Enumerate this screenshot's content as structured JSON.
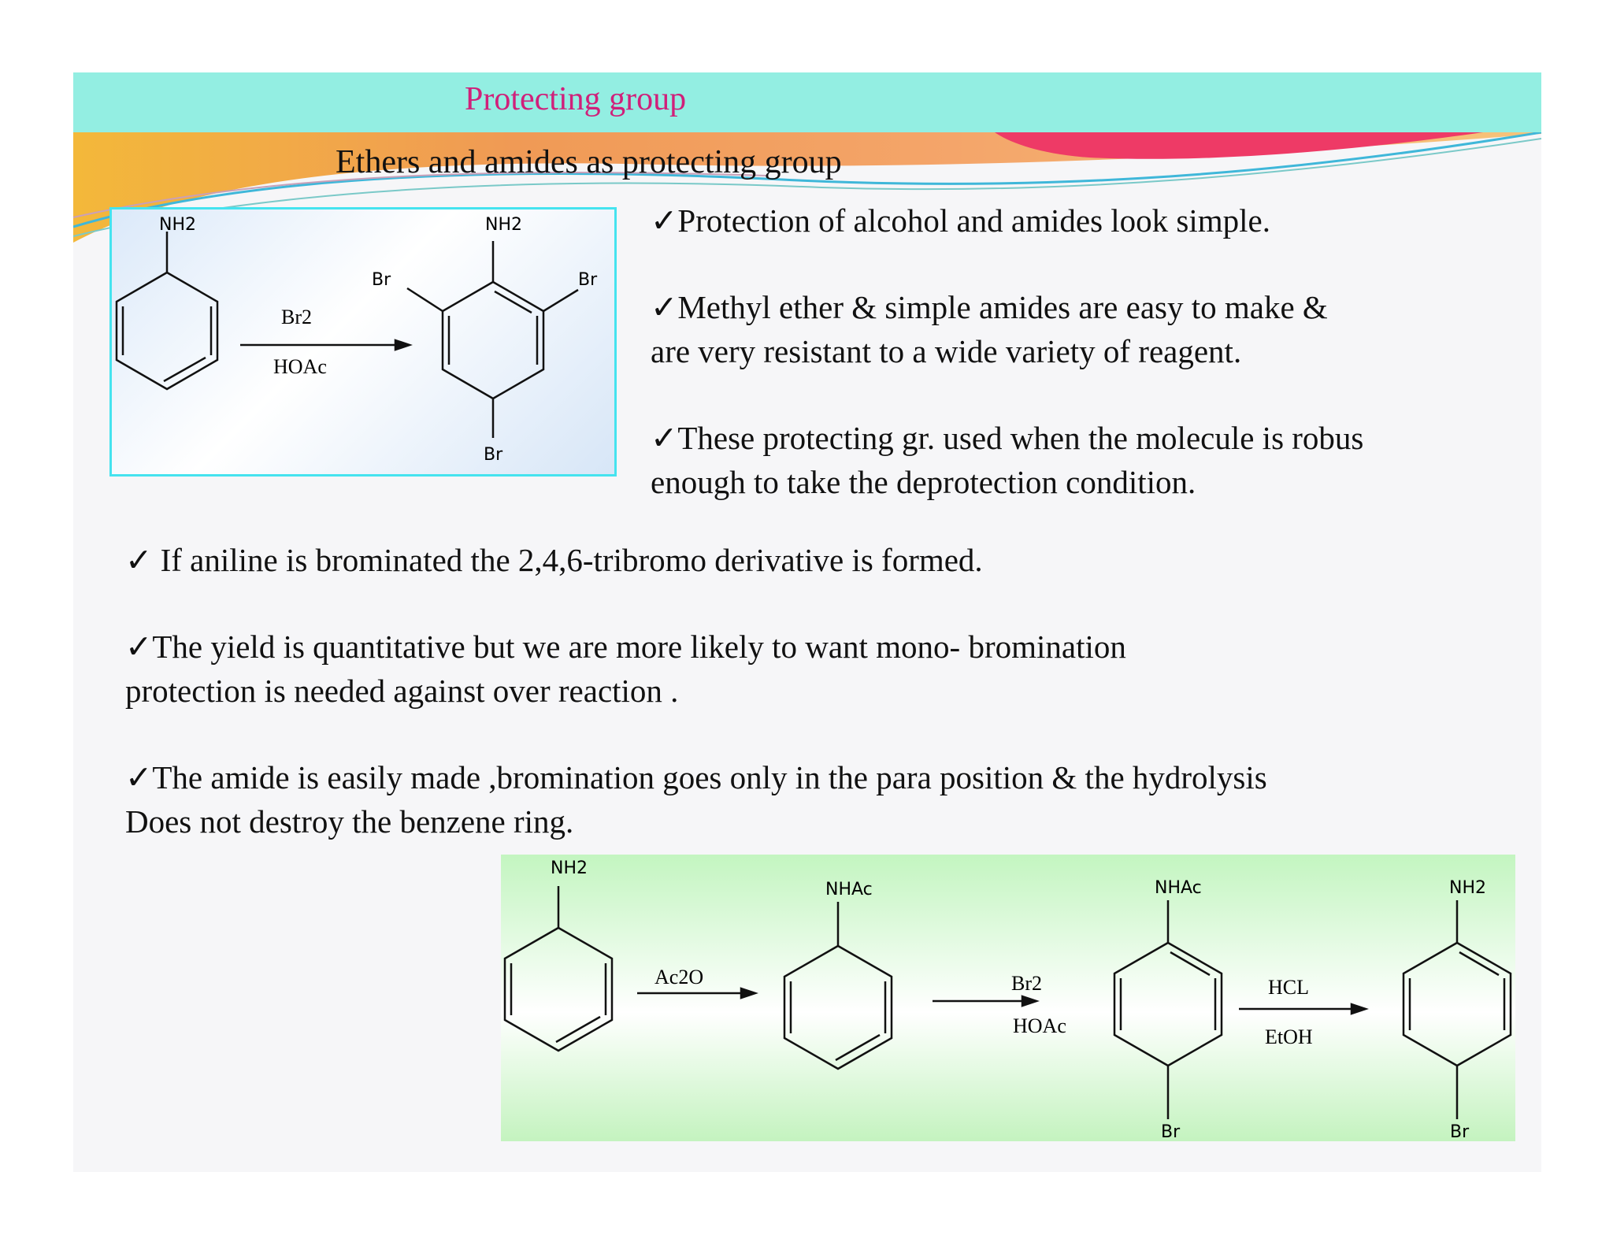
{
  "title": "Protecting group",
  "subtitle": "Ethers and amides as protecting group",
  "points_right": [
    "✓Protection of alcohol and amides look simple.",
    "✓Methyl ether & simple amides are easy to make &",
    " are very resistant to a wide variety of reagent.",
    "✓These  protecting  gr. used when the molecule  is robus",
    "enough  to take  the deprotection condition."
  ],
  "points_main": [
    "✓  If aniline is brominated the 2,4,6-tribromo derivative is formed.",
    "✓The yield is quantitative but we are more likely to want mono- bromination",
    "protection is needed  against  over reaction .",
    "✓The amide is easily made ,bromination goes  only in the para position & the hydrolysis",
    "Does not destroy the benzene ring."
  ],
  "diagram1": {
    "start_group": "NH2",
    "product_group": "NH2",
    "reagent_top": "Br2",
    "reagent_bottom": "HOAc",
    "br_left": "Br",
    "br_right": "Br",
    "br_bottom": "Br"
  },
  "diagram2": {
    "group1": "NH2",
    "step1_reagent": "Ac2O",
    "group2": "NHAc",
    "step2_top": "Br2",
    "step2_bottom": "HOAc",
    "group3": "NHAc",
    "br3": "Br",
    "step3_top": "HCL",
    "step3_bottom": "EtOH",
    "group4": "NH2",
    "br4": "Br"
  },
  "colors": {
    "title_bar": "#93eee2",
    "title_text": "#d0207a",
    "diagram1_border": "#45e3ef",
    "diagram2_bg": "#c3f5c0"
  }
}
